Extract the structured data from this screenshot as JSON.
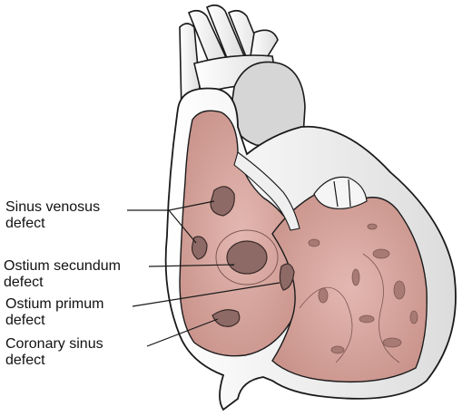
{
  "labels": {
    "sinus_venosus": [
      "Sinus venosus",
      "defect"
    ],
    "ostium_secundum": [
      "Ostium secundum",
      "defect"
    ],
    "ostium_primum": [
      "Ostium primum",
      "defect"
    ],
    "coronary_sinus": [
      "Coronary sinus",
      "defect"
    ]
  },
  "colors": {
    "tissue": "#d9a9a2",
    "tissue_dark": "#b98780",
    "wall": "#f2f2f2",
    "outline": "#1a1a1a"
  }
}
